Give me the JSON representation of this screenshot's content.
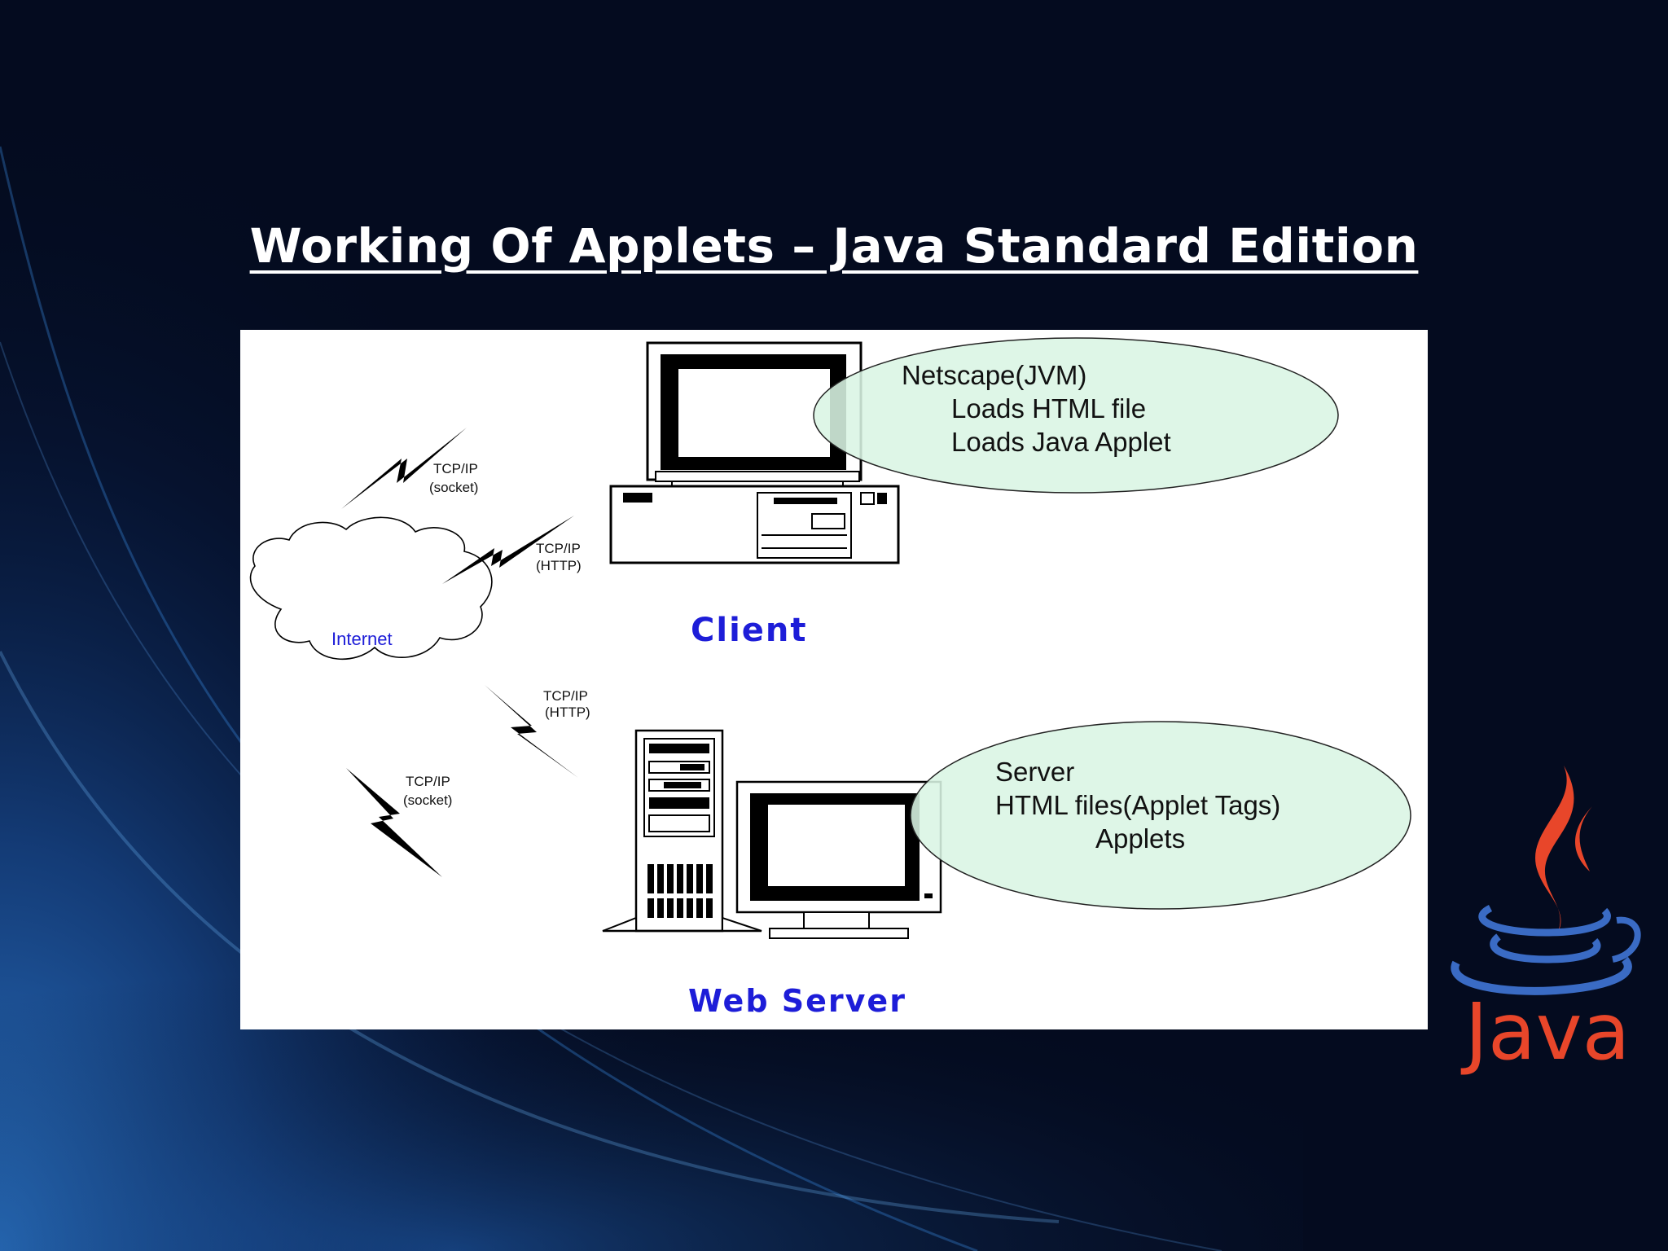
{
  "slide": {
    "title": "Working Of Applets – Java Standard Edition"
  },
  "diagram": {
    "client_label": "Client",
    "server_label": "Web Server",
    "internet_label": "Internet",
    "client_bubble": [
      "Netscape(JVM)",
      "Loads HTML file",
      "Loads Java Applet"
    ],
    "server_bubble": [
      "Server",
      "HTML files(Applet Tags)",
      "Applets"
    ],
    "links": [
      {
        "line1": "TCP/IP",
        "line2": "(socket)"
      },
      {
        "line1": "TCP/IP",
        "line2": "(HTTP)"
      },
      {
        "line1": "TCP/IP",
        "line2": "(HTTP)"
      },
      {
        "line1": "TCP/IP",
        "line2": "(socket)"
      }
    ]
  },
  "logo": {
    "wordmark": "Java",
    "colors": {
      "flame": "#e8462a",
      "cup": "#3a6bc4",
      "background": "#040b1f",
      "label_blue": "#1d1dd8",
      "bubble": "#d9f5e4"
    }
  }
}
